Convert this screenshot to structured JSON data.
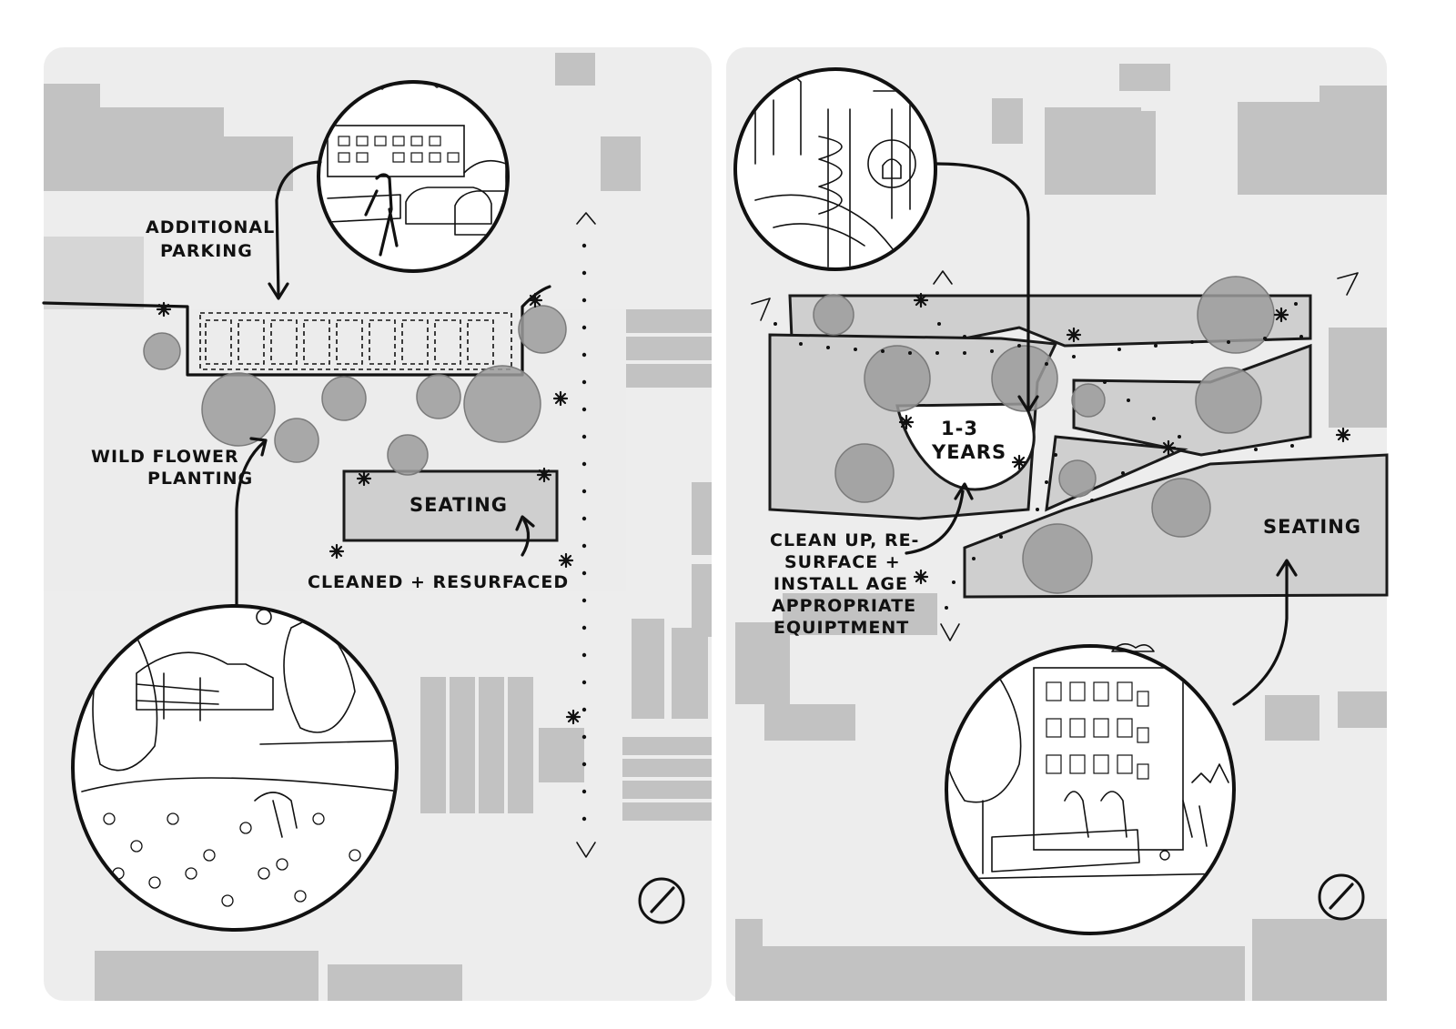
{
  "left_panel": {
    "labels": {
      "additional_parking": [
        "ADDITIONAL",
        "PARKING"
      ],
      "wild_flower_planting": [
        "WILD FLOWER",
        "PLANTING"
      ],
      "seating": "SEATING",
      "cleaned_resurfaced": "CLEANED + RESURFACED"
    },
    "vignettes": [
      "parking-lot-scene",
      "wildflower-meadow-scene"
    ]
  },
  "right_panel": {
    "labels": {
      "timeline": [
        "1-3",
        "YEARS"
      ],
      "seating": "SEATING",
      "clean_up": [
        "CLEAN UP, RE-",
        "SURFACE +",
        "INSTALL AGE",
        "APPROPRIATE",
        "EQUIPTMENT"
      ]
    },
    "vignettes": [
      "playground-scene",
      "bench-seating-scene"
    ]
  },
  "icons": [
    "north-arrow-icon",
    "tree-icon",
    "asterisk-marker-icon",
    "direction-chevron-icon"
  ],
  "colors": {
    "building": "#c2c2c2",
    "green_space": "#cfcfcf",
    "tree_canopy": "#9c9c9c",
    "ink": "#111111"
  }
}
